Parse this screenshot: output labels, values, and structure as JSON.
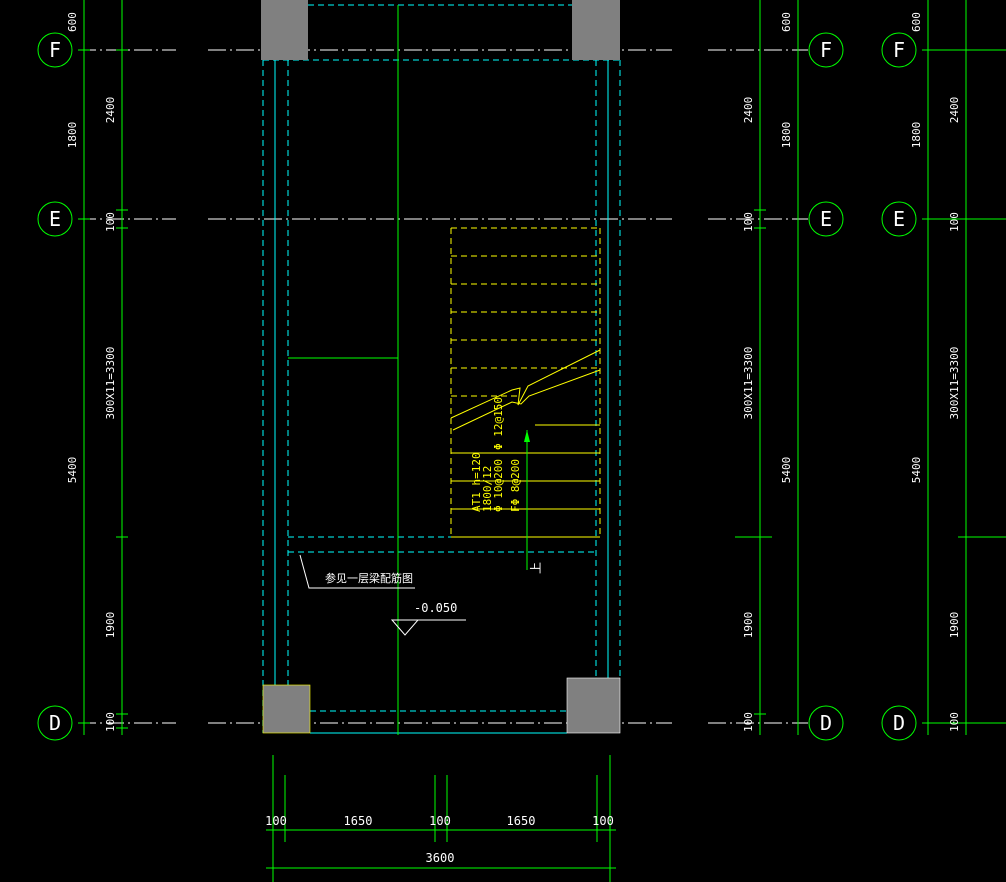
{
  "colors": {
    "background": "#000000",
    "dimension": "#00ff00",
    "wall": "#00ffff",
    "stair": "#ffff00",
    "grid_axis": "#ffffff",
    "column": "#808080"
  },
  "axes": {
    "F": "F",
    "E": "E",
    "D": "D"
  },
  "dims_left": {
    "d600": "600",
    "d2400": "2400",
    "d1800": "1800",
    "d100_top": "100",
    "d3300": "300X11=3300",
    "d5400": "5400",
    "d1900": "1900",
    "d100_bottom": "100"
  },
  "dims_bottom": {
    "w100a": "100",
    "w1650a": "1650",
    "w100b": "100",
    "w1650b": "1650",
    "w100c": "100",
    "total": "3600"
  },
  "stair_labels": {
    "line1": "AT1 h=120",
    "line2": "1800/12",
    "line3": "Φ 10@200",
    "line4": "Φ 12@150",
    "line5": "FΦ 8@200",
    "direction": "上"
  },
  "notes": {
    "ref_note": "参见一层梁配筋图",
    "elevation": "-0.050"
  }
}
